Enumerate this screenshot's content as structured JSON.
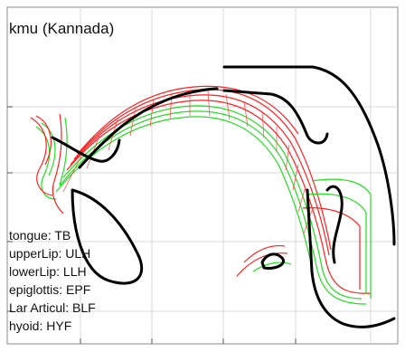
{
  "title": "kmu (Kannada)",
  "legend": [
    "tongue: TB",
    "upperLip: ULH",
    "lowerLip: LLH",
    "epiglottis: EPF",
    "Lar Articul: BLF",
    "hyoid: HYF"
  ],
  "colors": {
    "outline": "#000000",
    "trace_a": "#ff2020",
    "trace_b": "#22dd22",
    "grid": "#cfcfcf",
    "frame": "#888888"
  }
}
